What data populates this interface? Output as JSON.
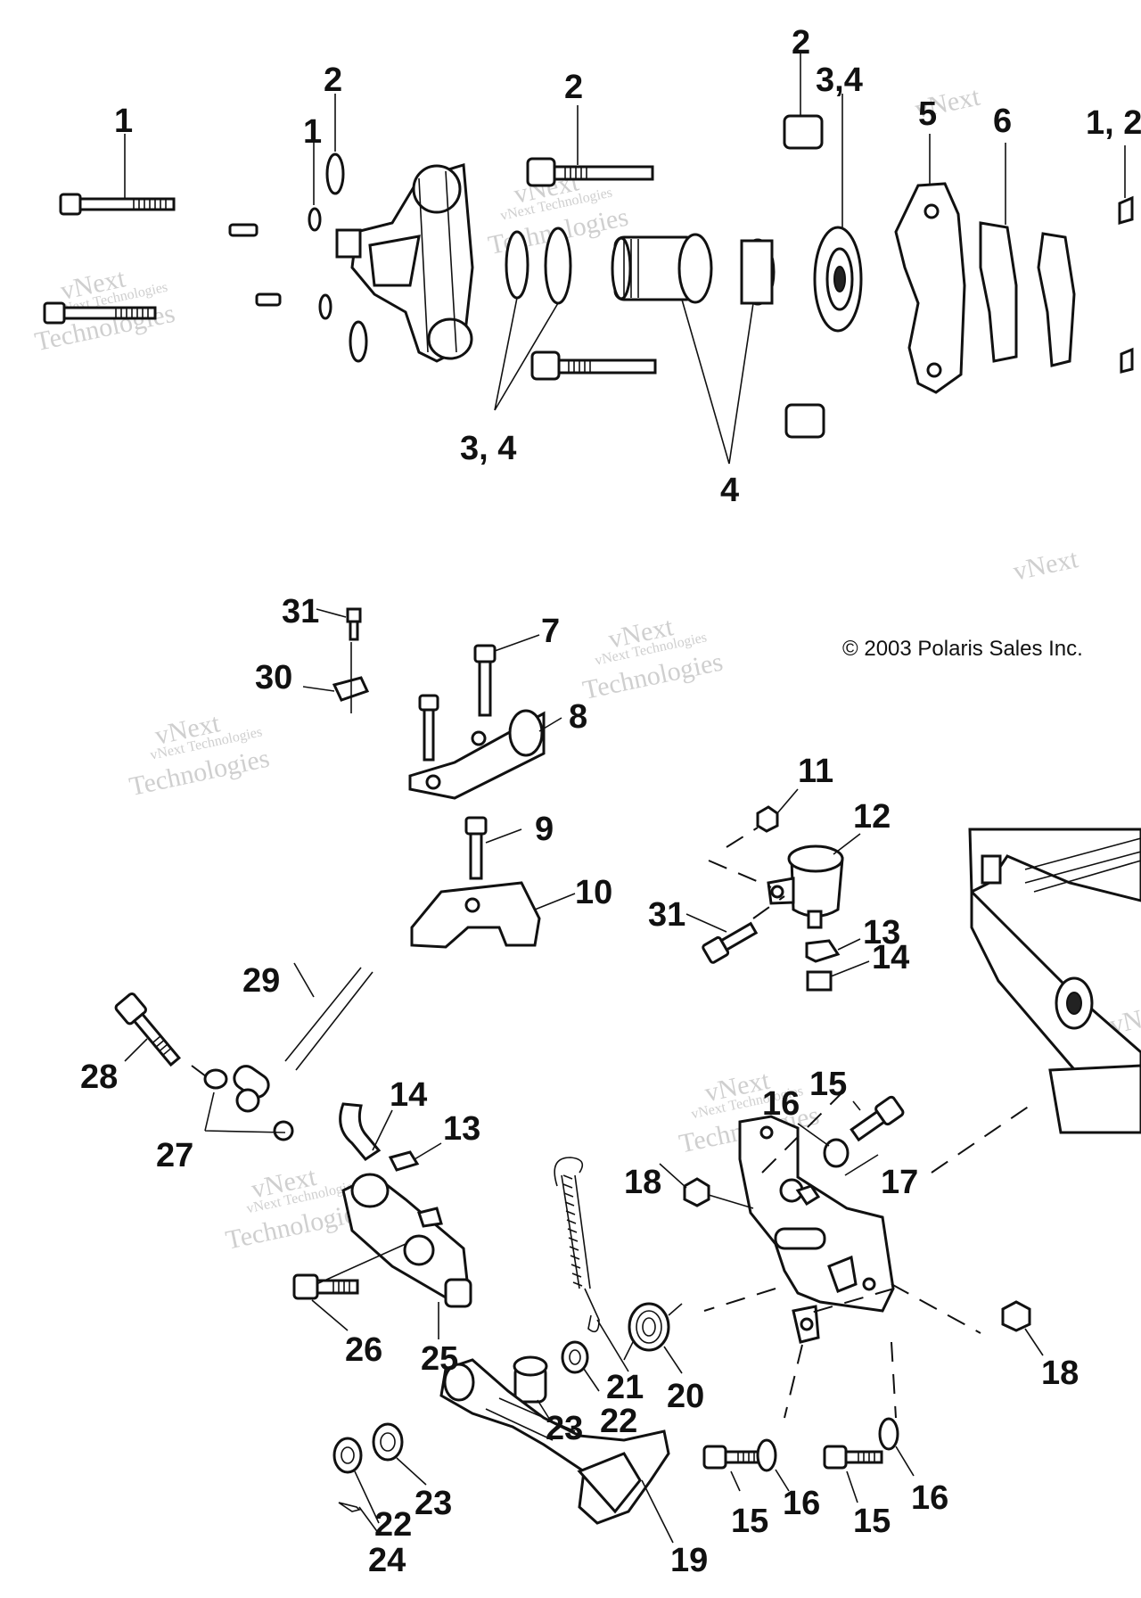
{
  "copyright": "© 2003 Polaris Sales Inc.",
  "watermark": {
    "line1": "vNext Technologies",
    "line2": "vNext",
    "line3": "Technologies"
  },
  "callouts": {
    "c1a": "1",
    "c1b": "1",
    "c12": "1, 2",
    "c2a": "2",
    "c2b": "2",
    "c2c": "2",
    "c34a": "3,4",
    "c34b": "3, 4",
    "c4": "4",
    "c5": "5",
    "c6": "6",
    "c7": "7",
    "c8": "8",
    "c9": "9",
    "c10": "10",
    "c11": "11",
    "c12p": "12",
    "c13a": "13",
    "c13b": "13",
    "c14a": "14",
    "c14b": "14",
    "c15a": "15",
    "c15b": "15",
    "c15c": "15",
    "c16a": "16",
    "c16b": "16",
    "c16c": "16",
    "c17": "17",
    "c18a": "18",
    "c18b": "18",
    "c19": "19",
    "c20": "20",
    "c21": "21",
    "c22a": "22",
    "c22b": "22",
    "c23a": "23",
    "c23b": "23",
    "c24": "24",
    "c25": "25",
    "c26": "26",
    "c27": "27",
    "c28": "28",
    "c29": "29",
    "c30": "30",
    "c31a": "31",
    "c31b": "31"
  }
}
